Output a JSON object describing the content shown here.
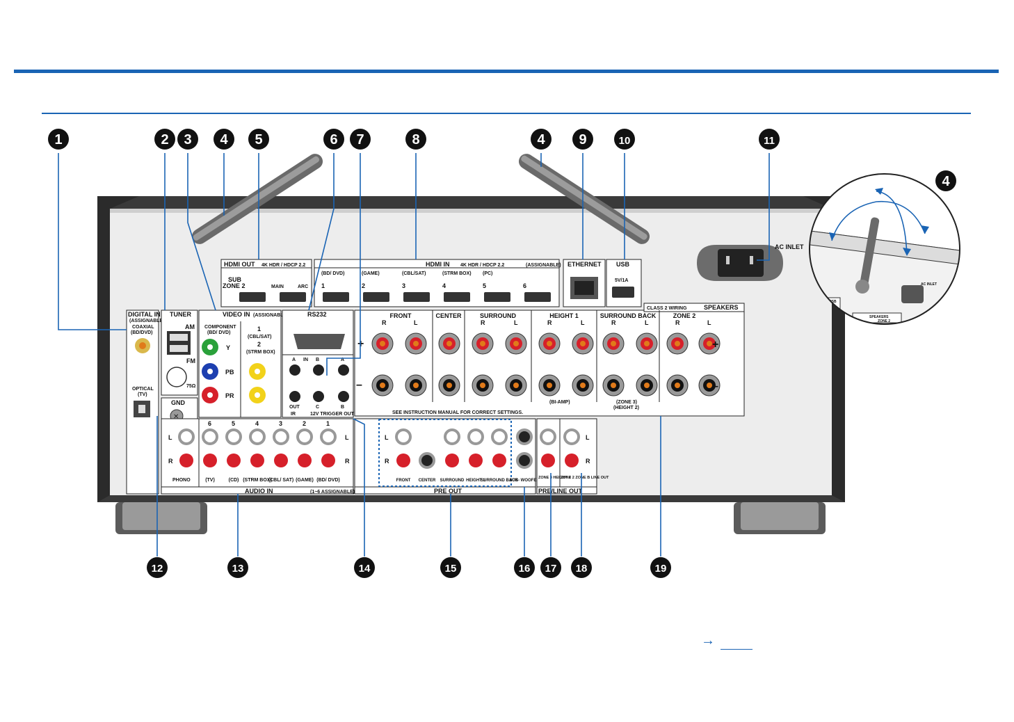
{
  "panel": {
    "sections": {
      "digital_in": "DIGITAL IN",
      "digital_in_sub": "(ASSIGNABLE)",
      "coaxial": "COAXIAL",
      "coaxial_sub": "(BD/DVD)",
      "optical": "OPTICAL",
      "optical_sub": "(TV)",
      "tuner": "TUNER",
      "am": "AM",
      "fm": "FM",
      "fm_ohm": "75Ω",
      "gnd": "GND",
      "video_in": "VIDEO IN",
      "video_in_sub": "(ASSIGNABLE)",
      "component": "COMPONENT",
      "component_sub": "(BD/ DVD)",
      "y": "Y",
      "pb": "PB",
      "pr": "PR",
      "comp_1": "1",
      "comp_1_sub": "(CBL/SAT)",
      "comp_2": "2",
      "comp_2_sub": "(STRM BOX)",
      "rs232": "RS232",
      "ir_in": "IN",
      "ir_a": "A",
      "ir_b": "B",
      "ir_out": "OUT",
      "ir": "IR",
      "trigger": "12V TRIGGER OUT",
      "trig_a": "A",
      "trig_b": "B",
      "trig_c": "C",
      "hdmi_out": "HDMI OUT",
      "hdmi_out_spec": "4K HDR / HDCP 2.2",
      "sub_zone2": "SUB",
      "zone2_label": "ZONE 2",
      "main": "MAIN",
      "arc": "ARC",
      "hdmi_in": "HDMI IN",
      "hdmi_in_spec": "4K HDR / HDCP 2.2",
      "hdmi_in_assign": "(ASSIGNABLE)",
      "hdmi_in_ports": [
        {
          "num": "1",
          "name": "(BD/ DVD)"
        },
        {
          "num": "2",
          "name": "(GAME)"
        },
        {
          "num": "3",
          "name": "(CBL/SAT)"
        },
        {
          "num": "4",
          "name": "(STRM BOX)"
        },
        {
          "num": "5",
          "name": "(PC)"
        },
        {
          "num": "6",
          "name": ""
        }
      ],
      "ethernet": "ETHERNET",
      "usb": "USB",
      "usb_rating": "5V/1A",
      "ac_inlet": "AC INLET",
      "speakers": "SPEAKERS",
      "class2": "CLASS 2 WIRING",
      "spk_groups": [
        "FRONT",
        "CENTER",
        "SURROUND",
        "HEIGHT 1",
        "SURROUND BACK",
        "ZONE 2"
      ],
      "r": "R",
      "l": "L",
      "plus": "+",
      "minus": "–",
      "bi_amp": "(BI-AMP)",
      "zone3": "(ZONE 3)",
      "height2": "(HEIGHT 2)",
      "see_manual": "SEE INSTRUCTION MANUAL FOR CORRECT SETTINGS.",
      "audio_in": "AUDIO IN",
      "audio_in_assign": "(1~6 ASSIGNABLE)",
      "audio_cols": [
        "6",
        "5",
        "4",
        "3",
        "2",
        "1"
      ],
      "audio_names": [
        "(TV)",
        "(CD)",
        "(STRM BOX)",
        "(CBL/ SAT)",
        "(GAME)",
        "(BD/ DVD)"
      ],
      "phono": "PHONO",
      "pre_out": "PRE OUT",
      "pre_labels": [
        "FRONT",
        "CENTER",
        "SURROUND",
        "HEIGHT 1",
        "SURROUND BACK",
        "SUB- WOOFER"
      ],
      "pre_line_out": "PRE/LINE OUT",
      "zone3_height2": "ZONE 3 HEIGHT 2",
      "zone2_line": "ZONE 2 ZONE B LINE OUT"
    }
  },
  "inset": {
    "ac_inlet": "AC INLET",
    "usb": "USB",
    "speakers": "SPEAKERS",
    "zone2": "ZONE 2"
  },
  "callouts": {
    "top": [
      "1",
      "2",
      "3",
      "4",
      "5",
      "6",
      "7",
      "8",
      "4",
      "9",
      "10",
      "11",
      "4"
    ],
    "bottom": [
      "12",
      "13",
      "14",
      "15",
      "16",
      "17",
      "18",
      "19"
    ]
  },
  "colors": {
    "accent": "#1a64b4",
    "chassis": "#3a3a3a",
    "panel": "#ededed",
    "rca_red": "#d6202a",
    "rca_green": "#2aa13a",
    "rca_blue": "#1d3fb0",
    "rca_yellow": "#f2d21a",
    "binding_orange": "#e07a1a"
  }
}
